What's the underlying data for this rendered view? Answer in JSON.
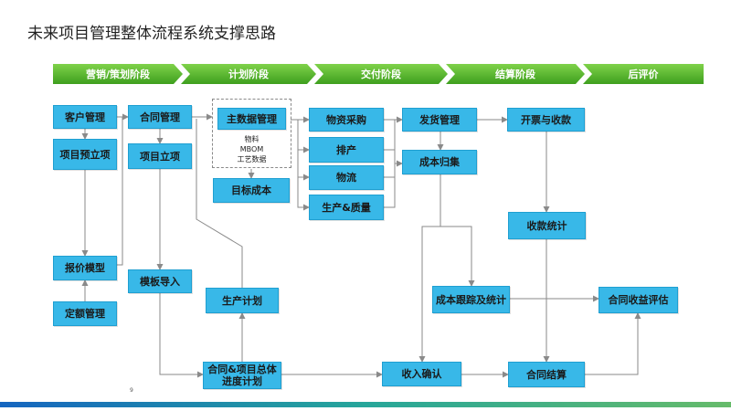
{
  "title": "未来项目管理整体流程系统支撑思路",
  "phases": [
    "营销/策划阶段",
    "计划阶段",
    "交付阶段",
    "结算阶段",
    "后评价"
  ],
  "boxes": {
    "customer_mgmt": "客户管理",
    "project_pre": "项目预立项",
    "quote_model": "报价模型",
    "quota_mgmt": "定额管理",
    "contract_mgmt": "合同管理",
    "project_approval": "项目立项",
    "template_import": "模板导入",
    "master_data": "主数据管理",
    "target_cost": "目标成本",
    "production_plan": "生产计划",
    "master_schedule": "合同&项目总体进度计划",
    "procurement": "物资采购",
    "scheduling": "排产",
    "logistics": "物流",
    "production_quality": "生产&质量",
    "shipping": "发货管理",
    "cost_collect": "成本归集",
    "cost_tracking": "成本跟踪及统计",
    "revenue_confirm": "收入确认",
    "invoice": "开票与收款",
    "collection_stats": "收款统计",
    "contract_settle": "合同结算",
    "profit_eval": "合同收益评估"
  },
  "master_data_items": [
    "物料",
    "MBOM",
    "工艺数据"
  ],
  "page_number": "9"
}
